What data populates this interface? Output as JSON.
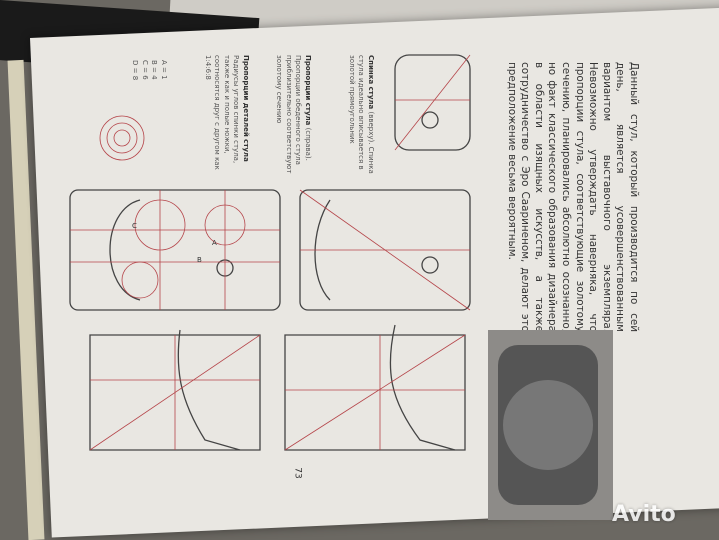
{
  "main_text": "Данный стул, который производится по сей день, является усовершенствованным вариантом выставочного экземпляра. Невозможно утверждать наверняка, что пропорции стула, соответствующие золотому сечению, планировались абсолютно осознанно, но факт классического образования дизайнера в области изящных искусств, а также сотрудничество с Эро Саариненом, делают это предположение весьма вероятным.",
  "captions": {
    "back_title": "Спинка стула",
    "back_text": " (вверху). Спинка стула идеально вписывается в золотой прямоугольник",
    "proportions_title": "Пропорции стула",
    "proportions_text": " (справа). Пропорции обеденного стула приблизительно соответствуют золотому сечению",
    "details_title": "Пропорции деталей стула",
    "details_text": "Радиусы углов спинки стула, также как и полые ножки, соотносятся друг с другом как 1:4:6:8",
    "ratios": [
      "A = 1",
      "B = 4",
      "C = 6",
      "D = 8"
    ]
  },
  "diagram_labels": [
    "A",
    "B",
    "C"
  ],
  "page_number": "73",
  "watermark": "Avito",
  "colors": {
    "page": "#e9e7e2",
    "grid_red": "#b5454a",
    "ink": "#333333"
  }
}
